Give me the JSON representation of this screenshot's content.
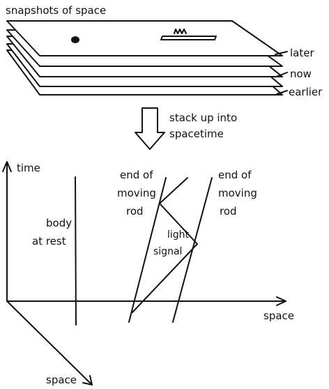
{
  "top_panel": {
    "title": "snapshots of space",
    "layer_labels": {
      "later": "later",
      "now": "now",
      "earlier": "earlier"
    }
  },
  "transition": {
    "caption_line1": "stack up into",
    "caption_line2": "spacetime"
  },
  "spacetime": {
    "time_axis_label": "time",
    "space_axis_right_label": "space",
    "space_axis_front_label": "space",
    "body_label_line1": "body",
    "body_label_line2": "at rest",
    "rod_end1_line1": "end of",
    "rod_end1_line2": "moving",
    "rod_end1_line3": "rod",
    "rod_end2_line1": "end of",
    "rod_end2_line2": "moving",
    "rod_end2_line3": "rod",
    "signal_line1": "light",
    "signal_line2": "signal"
  },
  "colors": {
    "ink": "#111111",
    "background": "#ffffff"
  }
}
